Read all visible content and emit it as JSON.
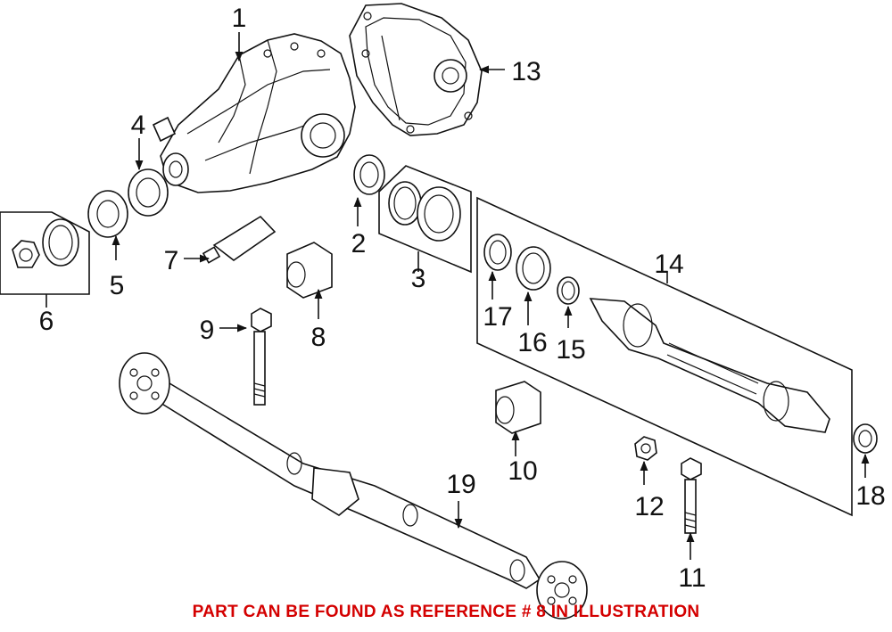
{
  "callouts": {
    "c1": "1",
    "c2": "2",
    "c3": "3",
    "c4": "4",
    "c5": "5",
    "c6": "6",
    "c7": "7",
    "c8": "8",
    "c9": "9",
    "c10": "10",
    "c11": "11",
    "c12": "12",
    "c13": "13",
    "c14": "14",
    "c15": "15",
    "c16": "16",
    "c17": "17",
    "c18": "18",
    "c19": "19"
  },
  "footer": {
    "note": "PART CAN BE FOUND AS REFERENCE # 8 IN ILLUSTRATION"
  },
  "colors": {
    "note": "#d40000",
    "line": "#111111"
  }
}
